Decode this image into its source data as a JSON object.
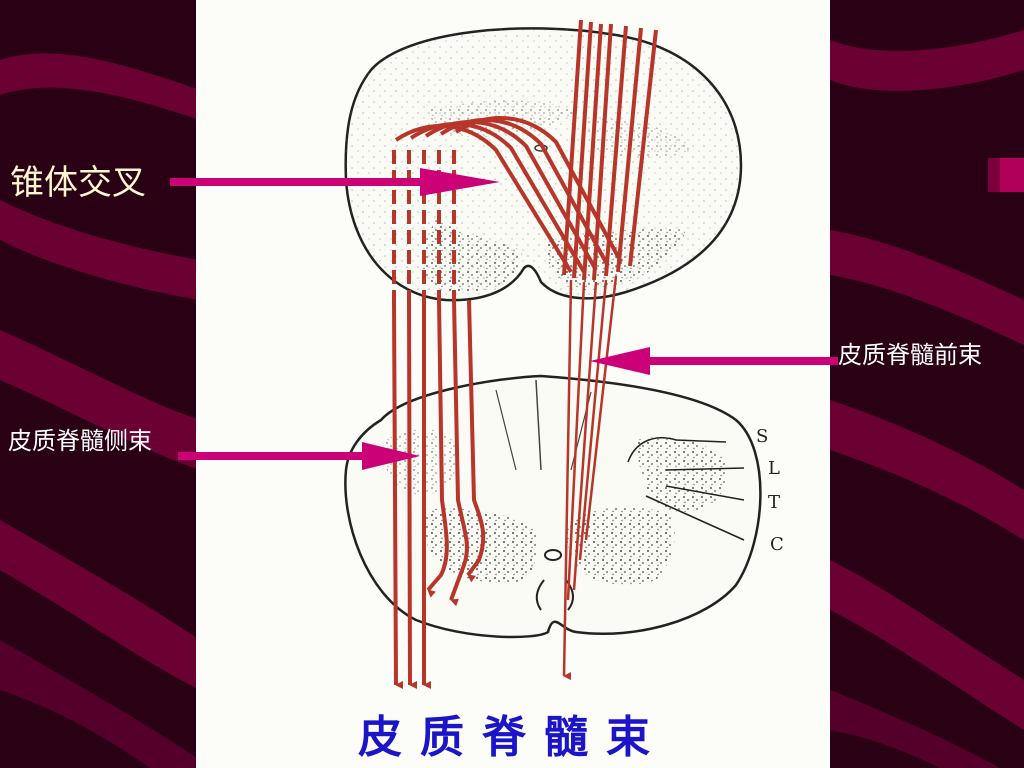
{
  "labels": {
    "decussation": "锥体交叉",
    "anterior_tract": "皮质脊髓前束",
    "lateral_tract": "皮质脊髓侧束"
  },
  "letters": {
    "s": "S",
    "l": "L",
    "t": "T",
    "c": "C"
  },
  "caption": "皮质脊髓束",
  "colors": {
    "background": "#2a0014",
    "background_wave": "#6b0032",
    "panel": "#fcfcf9",
    "tract": "#b8352a",
    "arrow": "#cc0077",
    "caption": "#1b14c8",
    "label_text": "#ffffff"
  }
}
